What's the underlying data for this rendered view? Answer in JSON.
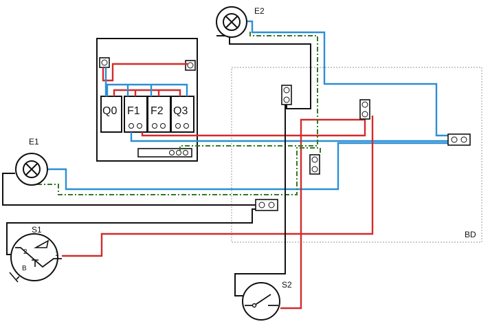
{
  "labels": {
    "e1": "E1",
    "e2": "E2",
    "s1": "S1",
    "s2": "S2",
    "q0": "Q0",
    "f1": "F1",
    "f2": "F2",
    "q3": "Q3",
    "bd": "BD",
    "s1_pin1": "1",
    "s1_pin2": "2",
    "s1_pinB": "B"
  },
  "colors": {
    "phase": "#d42a2a",
    "neutral": "#2b8fd6",
    "earth": "#2f7a1f",
    "switched": "#111111",
    "box_border": "#aaaaaa"
  }
}
